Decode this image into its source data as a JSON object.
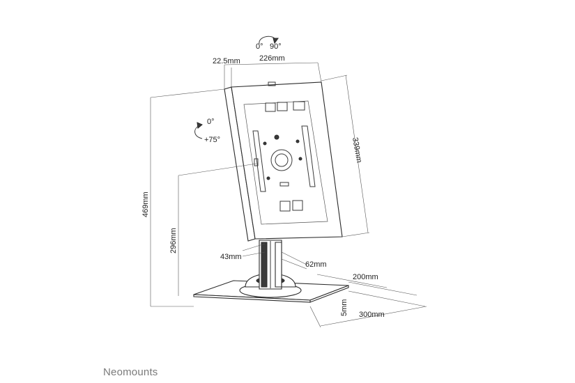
{
  "brand": {
    "name": "Neomounts"
  },
  "rotation": {
    "portrait": "0°",
    "landscape": "90°",
    "tilt_start": "0°",
    "tilt_end": "+75°"
  },
  "dimensions": {
    "frame_depth": "22.5mm",
    "frame_width": "226mm",
    "frame_height": "339mm",
    "total_height": "469mm",
    "mount_height": "296mm",
    "post_depth": "43mm",
    "post_width": "62mm",
    "base_depth": "200mm",
    "base_width": "300mm",
    "base_thickness": "5mm"
  }
}
